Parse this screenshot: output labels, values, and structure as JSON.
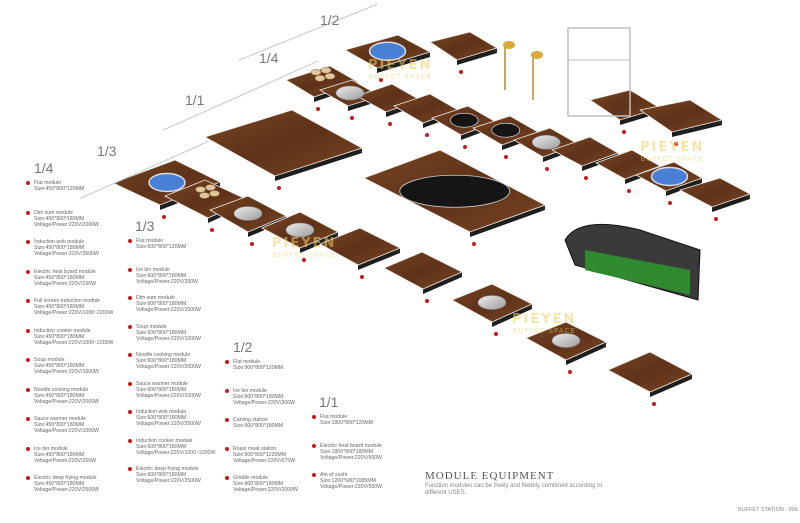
{
  "fractions": {
    "half_top": "1/2",
    "quarter_top": "1/4",
    "full": "1/1",
    "third": "1/3",
    "col1": "1/4",
    "col2": "1/3",
    "col3": "1/2",
    "col4": "1/1"
  },
  "columns": {
    "col1": [
      {
        "name": "Flat module",
        "lines": [
          "Size:450*800*120MM"
        ]
      },
      {
        "name": "Dim sum module",
        "lines": [
          "Size:450*800*180MM",
          "Voltage/Power:220V/2000W"
        ]
      },
      {
        "name": "Induction wok module",
        "lines": [
          "Size:450*800*180MM",
          "Voltage/Power:220V/3500W"
        ]
      },
      {
        "name": "Electric heat board module",
        "lines": [
          "Size:450*800*180MM",
          "Voltage/Power:220V/150W"
        ]
      },
      {
        "name": "Full screen induction module",
        "lines": [
          "Size:450*800*180MM",
          "Voltage/Power:220V/1000~2200W"
        ]
      },
      {
        "name": "Induction cooker module",
        "lines": [
          "Size:450*800*180MM",
          "Voltage/Power:220V/1000~2200W"
        ]
      },
      {
        "name": "Soup module",
        "lines": [
          "Size:450*800*180MM",
          "Voltage/Power:220V/1000W"
        ]
      },
      {
        "name": "Noodle cooking module",
        "lines": [
          "Size:450*800*180MM",
          "Voltage/Power:220V/2000W"
        ]
      },
      {
        "name": "Sauce warmer module",
        "lines": [
          "Size:450*800*180MM",
          "Voltage/Power:220V/1000W"
        ]
      },
      {
        "name": "Ice bin module",
        "lines": [
          "Size:450*800*180MM",
          "Voltage/Power:220V/200W"
        ]
      },
      {
        "name": "Electric deep frying module",
        "lines": [
          "Size:450*800*180MM",
          "Voltage/Power:220V/2500W"
        ]
      }
    ],
    "col2": [
      {
        "name": "Flat module",
        "lines": [
          "Size:600*800*120MM"
        ]
      },
      {
        "name": "Ice bin module",
        "lines": [
          "Size:600*800*180MM",
          "Voltage/Power:220V/200W"
        ]
      },
      {
        "name": "Dim sum module",
        "lines": [
          "Size:600*800*180MM",
          "Voltage/Power:220V/2000W"
        ]
      },
      {
        "name": "Soup module",
        "lines": [
          "Size:600*800*180MM",
          "Voltage/Power:220V/1000W"
        ]
      },
      {
        "name": "Noodle cooking module",
        "lines": [
          "Size:600*800*180MM",
          "Voltage/Power:220V/2000W"
        ]
      },
      {
        "name": "Sauce warmer module",
        "lines": [
          "Size:600*800*180MM",
          "Voltage/Power:220V/1000W"
        ]
      },
      {
        "name": "Induction wok module",
        "lines": [
          "Size:600*800*180MM",
          "Voltage/Power:220V/3500W"
        ]
      },
      {
        "name": "Induction cooker module",
        "lines": [
          "Size:600*800*180MM",
          "Voltage/Power:220V/1000~2200W"
        ]
      },
      {
        "name": "Electric deep frying module",
        "lines": [
          "Size:600*800*180MM",
          "Voltage/Power:220V/2500W"
        ]
      }
    ],
    "col3": [
      {
        "name": "Flat module",
        "lines": [
          "Size:900*800*120MM"
        ]
      },
      {
        "name": "Ice bin module",
        "lines": [
          "Size:900*800*180MM",
          "Voltage/Power:220V/300W"
        ]
      },
      {
        "name": "Carving station",
        "lines": [
          "Size:900*800*180MM"
        ]
      },
      {
        "name": "Roast meat station",
        "lines": [
          "Size:900*800*1220MM",
          "Voltage/Power:220V/675W"
        ]
      },
      {
        "name": "Griddle module",
        "lines": [
          "Size:900*800*180MM",
          "Voltage/Power:220V/2000W"
        ]
      }
    ],
    "col4": [
      {
        "name": "Flat module",
        "lines": [
          "Size:1800*800*120MM"
        ]
      },
      {
        "name": "Electric heat board module",
        "lines": [
          "Size:1800*800*180MM",
          "Voltage/Power:220V/600W"
        ]
      },
      {
        "name": "Ark of sushi",
        "lines": [
          "Size:1200*680*1085MM",
          "Voltage/Power:220V/500W"
        ]
      }
    ]
  },
  "title": "MODULE EQUIPMENT",
  "subtitle": "Function modules can be freely and flexibly combined according to different USES.",
  "footer": "BUFFET STATION - 006",
  "watermarks": [
    {
      "brand": "PIEYEN",
      "sub": "BUFFET SPACE"
    },
    {
      "brand": "PIEYEN",
      "sub": "BUFFET SPACE"
    },
    {
      "brand": "PIEYEN",
      "sub": "BUFFET SPACE"
    },
    {
      "brand": "PIEYEN",
      "sub": "BUFFET SPACE"
    }
  ],
  "colors": {
    "wood": "#6b3b1e",
    "wood_dark": "#4a2710",
    "marker": "#c91a1a",
    "steel": "#c8c8c8",
    "glass": "#4a7fd6",
    "sushi": "#2f8a2f"
  }
}
